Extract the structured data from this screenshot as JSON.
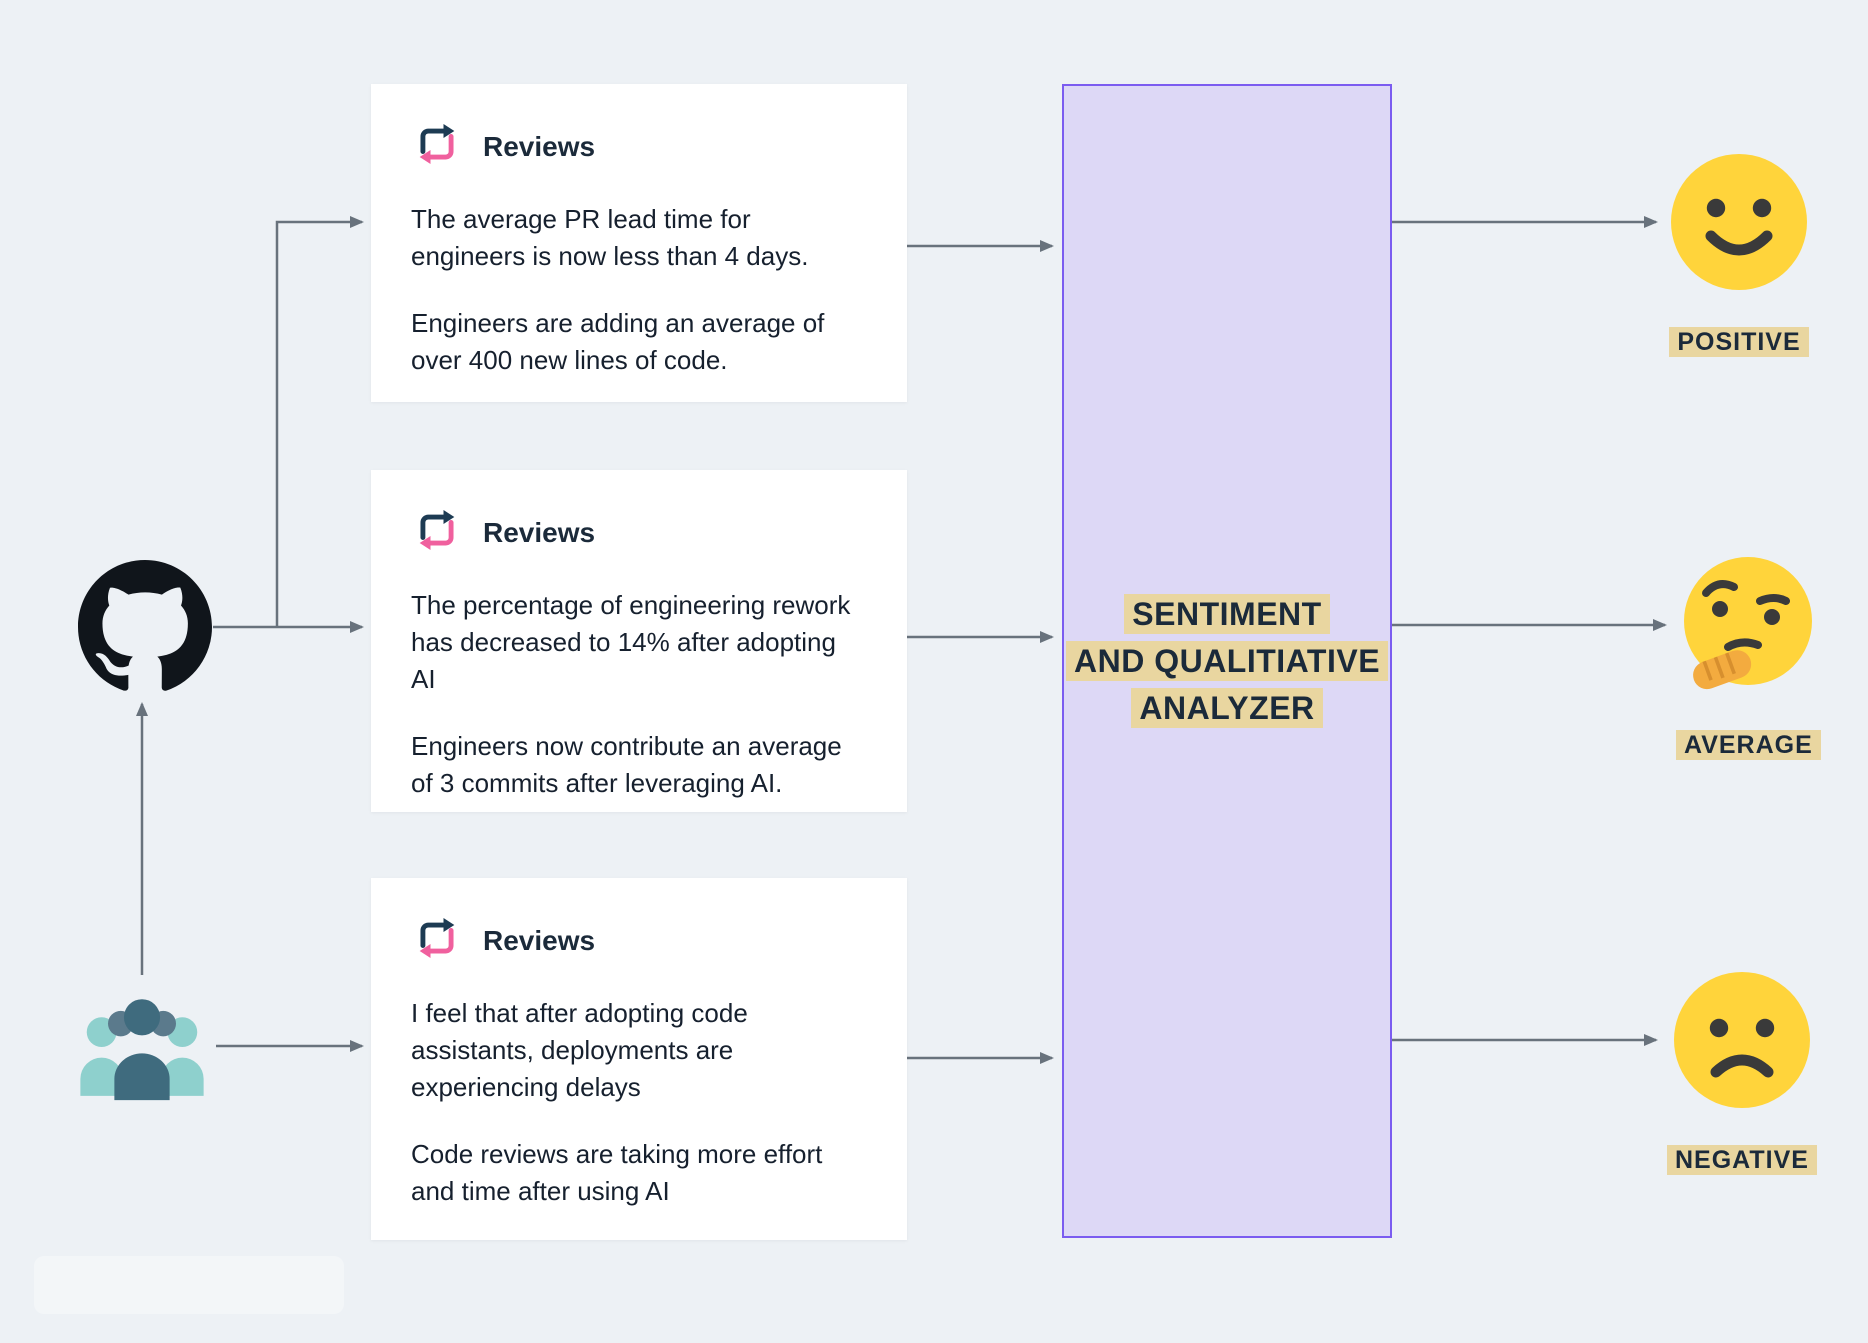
{
  "diagram": {
    "sources": [
      {
        "id": "github",
        "icon": "github-logo"
      },
      {
        "id": "team",
        "icon": "team-people"
      }
    ],
    "cards": [
      {
        "title": "Reviews",
        "icon": "repeat-icon",
        "paragraphs": [
          "The average PR lead time for engineers is now less than 4 days.",
          "Engineers are adding an average of over 400 new lines of code."
        ]
      },
      {
        "title": "Reviews",
        "icon": "repeat-icon",
        "paragraphs": [
          "The percentage of engineering rework has decreased to 14% after adopting AI",
          "Engineers now contribute an average of 3 commits after leveraging AI."
        ]
      },
      {
        "title": "Reviews",
        "icon": "repeat-icon",
        "paragraphs": [
          "I feel that after adopting code assistants, deployments are experiencing delays",
          "Code reviews are taking more effort and time after using AI"
        ]
      }
    ],
    "analyzer": {
      "lines": [
        "SENTIMENT",
        "AND QUALITIATIVE",
        "ANALYZER"
      ]
    },
    "outputs": [
      {
        "label": "POSITIVE",
        "icon": "smiling-face"
      },
      {
        "label": "AVERAGE",
        "icon": "thinking-face"
      },
      {
        "label": "NEGATIVE",
        "icon": "frowning-face"
      }
    ],
    "colors": {
      "background": "#edf1f5",
      "card_bg": "#ffffff",
      "text": "#16202e",
      "arrow": "#68727c",
      "analyzer_fill": "#ddd8f6",
      "analyzer_border": "#7b5cf0",
      "highlight": "#e9d6a0",
      "emoji_yellow": "#ffd43b",
      "repeat_icon_dark": "#1d3b53",
      "repeat_icon_pink": "#f0609e",
      "team_light": "#8ed0cd",
      "team_dark": "#3f6b7e",
      "github_black": "#10151b"
    }
  }
}
